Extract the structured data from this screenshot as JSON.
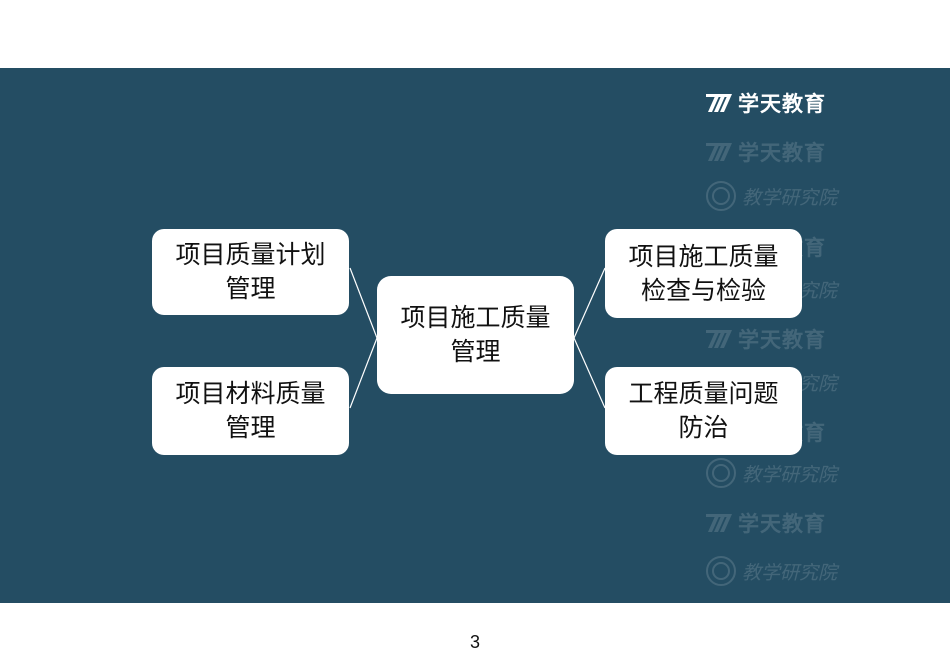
{
  "diagram": {
    "center": {
      "line1": "项目施工质量",
      "line2": "管理"
    },
    "left_nodes": [
      {
        "line1": "项目质量计划",
        "line2": "管理"
      },
      {
        "line1": "项目材料质量",
        "line2": "管理"
      }
    ],
    "right_nodes": [
      {
        "line1": "项目施工质量",
        "line2": "检查与检验"
      },
      {
        "line1": "工程质量问题",
        "line2": "防治"
      }
    ]
  },
  "watermark": {
    "brand": "学天教育",
    "institute": "教学研究院"
  },
  "colors": {
    "slide_background": "#244d63",
    "node_fill": "#ffffff",
    "connector": "#ffffff"
  },
  "page_number": "3"
}
